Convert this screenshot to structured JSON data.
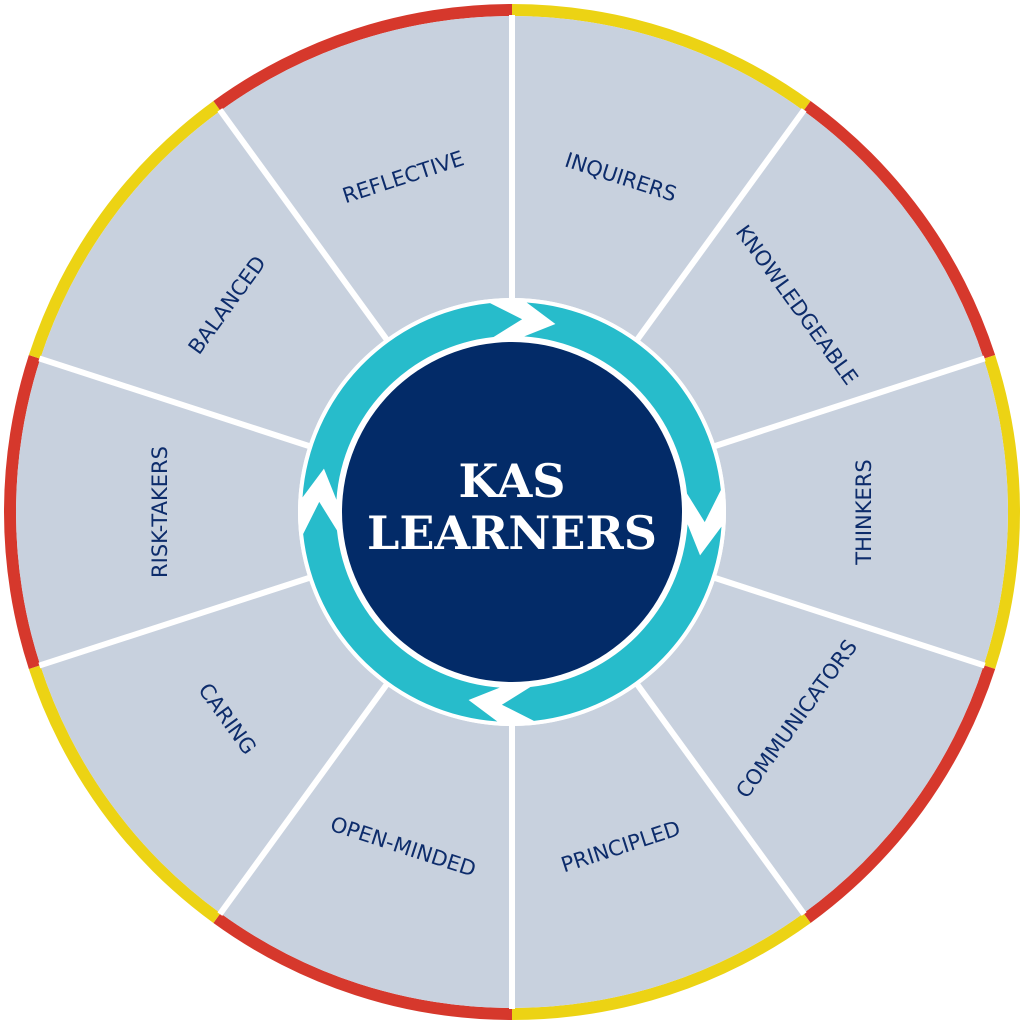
{
  "center": {
    "line1": "KAS",
    "line2": "LEARNERS"
  },
  "segments": [
    {
      "label": "INQUIRERS",
      "rim": "yellow"
    },
    {
      "label": "KNOWLEDGEABLE",
      "rim": "red"
    },
    {
      "label": "THINKERS",
      "rim": "yellow"
    },
    {
      "label": "COMMUNICATORS",
      "rim": "red"
    },
    {
      "label": "PRINCIPLED",
      "rim": "yellow"
    },
    {
      "label": "OPEN-MINDED",
      "rim": "red"
    },
    {
      "label": "CARING",
      "rim": "yellow"
    },
    {
      "label": "RISK-TAKERS",
      "rim": "red"
    },
    {
      "label": "BALANCED",
      "rim": "yellow"
    },
    {
      "label": "REFLECTIVE",
      "rim": "red"
    }
  ],
  "colors": {
    "segment_fill": "#c8d1de",
    "divider": "#ffffff",
    "rim_red": "#d6382c",
    "rim_yellow": "#ecd314",
    "label_text": "#0d2c6b",
    "ring": "#27bccb",
    "center_fill": "#032b68",
    "center_text": "#ffffff"
  },
  "icons": {
    "cycle": "circular-arrows-icon"
  }
}
